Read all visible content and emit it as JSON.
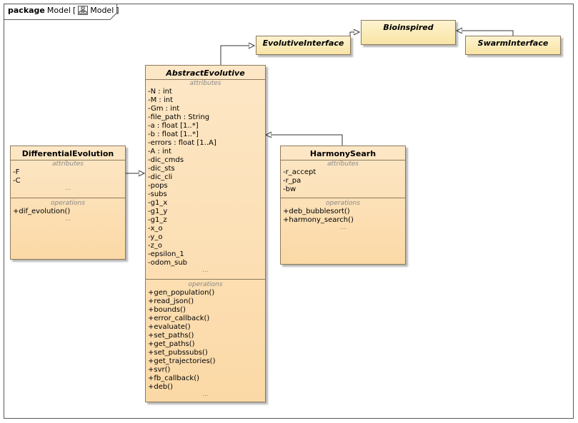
{
  "package": {
    "keyword": "package",
    "name": "Model",
    "bracket_open": "[",
    "diagram_name": "Model",
    "bracket_close": "]"
  },
  "interfaces": {
    "bioinspired": "Bioinspired",
    "evolutive": "EvolutiveInterface",
    "swarm": "SwarmInterface"
  },
  "classes": {
    "abstract_evolutive": {
      "name": "AbstractEvolutive",
      "attributes_label": "attributes",
      "attributes": [
        "-N : int",
        "-M : int",
        "-Gm : int",
        "-file_path : String",
        "-a : float [1..*]",
        "-b : float [1..*]",
        "-errors : float [1..A]",
        "-A : int",
        "-dic_cmds",
        "-dic_sts",
        "-dic_cli",
        "-pops",
        "-subs",
        "-g1_x",
        "-g1_y",
        "-g1_z",
        "-x_o",
        "-y_o",
        "-z_o",
        "-epsilon_1",
        "-odom_sub"
      ],
      "attributes_more": "...",
      "operations_label": "operations",
      "operations": [
        "+gen_population()",
        "+read_json()",
        "+bounds()",
        "+error_callback()",
        "+evaluate()",
        "+set_paths()",
        "+get_paths()",
        "+set_pubssubs()",
        "+get_trajectories()",
        "+svr()",
        "+fb_callback()",
        "+deb()"
      ],
      "operations_more": "..."
    },
    "differential_evolution": {
      "name": "DifferentialEvolution",
      "attributes_label": "attributes",
      "attributes": [
        "-F",
        "-C"
      ],
      "attributes_more": "...",
      "operations_label": "operations",
      "operations": [
        "+dif_evolution()"
      ],
      "operations_more": "..."
    },
    "harmony_searh": {
      "name": "HarmonySearh",
      "attributes_label": "attributes",
      "attributes": [
        "-r_accept",
        "-r_pa",
        "-bw"
      ],
      "attributes_more": "...",
      "operations_label": "operations",
      "operations": [
        "+deb_bubblesort()",
        "+harmony_search()"
      ],
      "operations_more": "..."
    }
  }
}
